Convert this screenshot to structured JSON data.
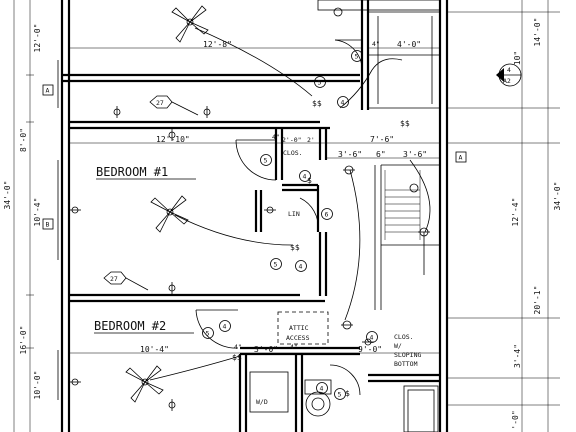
{
  "rooms": {
    "bedroom1": "BEDROOM #1",
    "bedroom2": "BEDROOM #2",
    "closet": "CLOS.",
    "linen": "LIN",
    "attic_line1": "ATTIC",
    "attic_line2": "ACCESS",
    "closet2_line1": "CLOS.",
    "closet2_line2": "W/",
    "closet2_line3": "SLOPING",
    "closet2_line4": "BOTTOM",
    "wd": "W/D"
  },
  "dimensions": {
    "top_width": "12'-8\"",
    "bed1_width": "12'-10\"",
    "bed2_width": "10'-4\"",
    "right_4_0": "4'-0\"",
    "clos_a": "2'-0\"",
    "clos_b": "2'",
    "clos_c": "7'-6\"",
    "hall_a": "3'-6\"",
    "hall_b": "6\"",
    "hall_c": "3'-6\"",
    "lower_3_0": "3'-0\"",
    "lower_9_0": "9'-0\"",
    "small_4_a": "4\"",
    "small_4_b": "4\"",
    "small_4_c": "4\"",
    "small_4_d": "4\"",
    "left_12_0": "12'-0\"",
    "left_8_0": "8'-0\"",
    "left_34_0": "34'-0\"",
    "left_10_4": "10'-4\"",
    "left_16_0": "16'-0\"",
    "left_10_0": "10'-0\"",
    "right_14_0": "14'-0\"",
    "right_34_0": "34'-0\"",
    "right_12_4": "12'-4\"",
    "right_20_1": "20'-1\"",
    "right_3_4": "3'-4\"",
    "right_10": "10\"",
    "right_0": "'-0\""
  },
  "tags": {
    "d27a": "27",
    "d27b": "27",
    "n4": "4",
    "n5": "5",
    "n6": "6",
    "sec_a": "A",
    "sec_b": "B",
    "sec_num": "4",
    "sec_sheet": "A2"
  }
}
